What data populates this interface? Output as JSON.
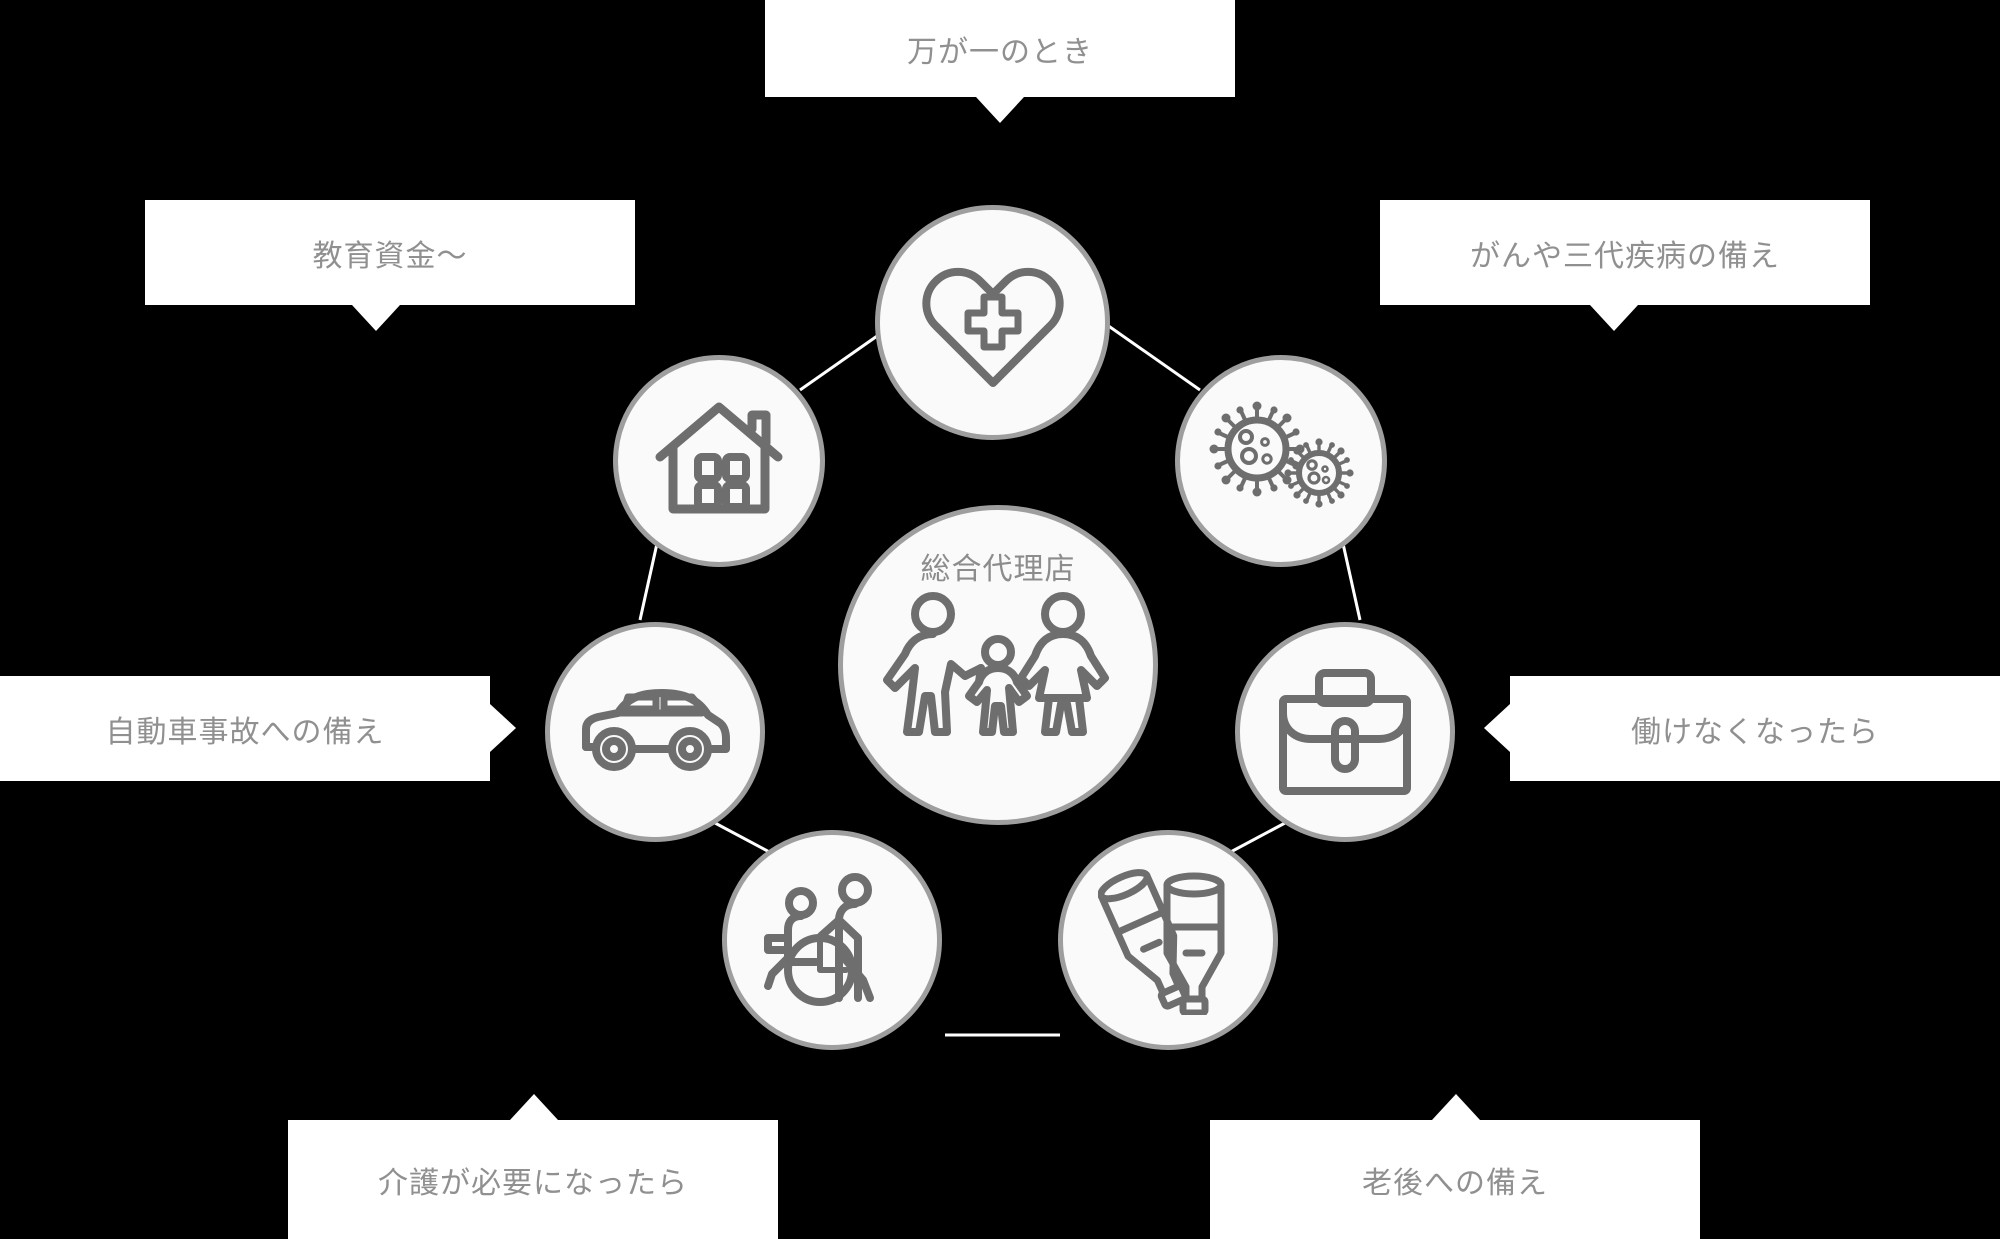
{
  "diagram": {
    "center": {
      "title": "総合代理店",
      "icon": "family-icon"
    },
    "nodes": [
      {
        "id": "life",
        "icon": "heart-medical-icon",
        "label": "万が一のとき"
      },
      {
        "id": "education",
        "icon": "house-icon",
        "label": "教育資金〜"
      },
      {
        "id": "illness",
        "icon": "virus-icon",
        "label": "がんや三代疾病の備え"
      },
      {
        "id": "auto",
        "icon": "car-icon",
        "label": "自動車事故への備え"
      },
      {
        "id": "income",
        "icon": "briefcase-icon",
        "label": "働けなくなったら"
      },
      {
        "id": "nursing",
        "icon": "wheelchair-caregiver-icon",
        "label": "介護が必要になったら"
      },
      {
        "id": "senior",
        "icon": "crutches-icon",
        "label": "老後への備え"
      }
    ],
    "colors": {
      "background": "#000000",
      "callout_bg": "#ffffff",
      "label_text": "#909090",
      "circle_fill": "#fafafa",
      "circle_border": "#9e9e9e",
      "icon_stroke": "#6e6e6e",
      "connector": "#ffffff"
    }
  }
}
